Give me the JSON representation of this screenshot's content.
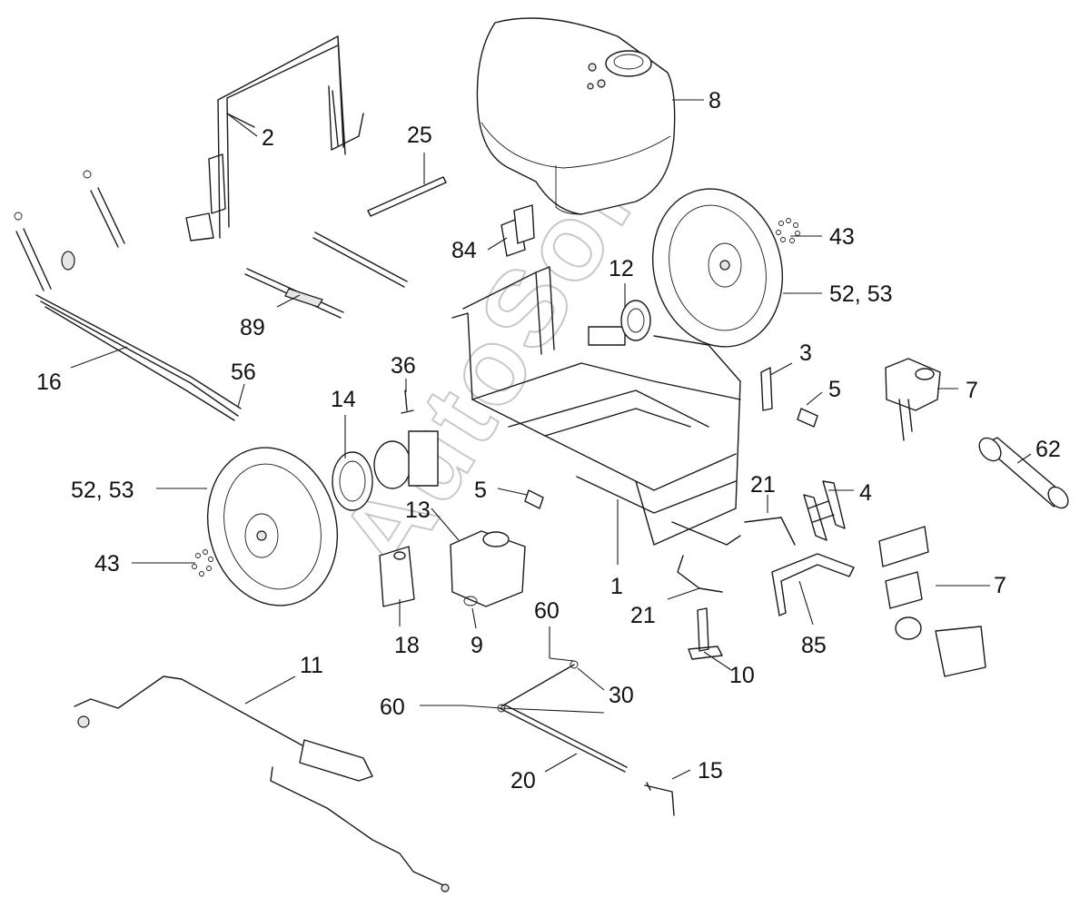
{
  "watermark": "AutoSoft",
  "colors": {
    "line": "#1a1a1a",
    "background": "#ffffff",
    "watermark_outline": "#c8c8c8"
  },
  "callouts": [
    {
      "id": "c-8",
      "text": "8"
    },
    {
      "id": "c-2",
      "text": "2"
    },
    {
      "id": "c-25",
      "text": "25"
    },
    {
      "id": "c-43a",
      "text": "43"
    },
    {
      "id": "c-84",
      "text": "84"
    },
    {
      "id": "c-12",
      "text": "12"
    },
    {
      "id": "c-5253a",
      "text": "52, 53"
    },
    {
      "id": "c-89",
      "text": "89"
    },
    {
      "id": "c-16",
      "text": "16"
    },
    {
      "id": "c-56",
      "text": "56"
    },
    {
      "id": "c-36",
      "text": "36"
    },
    {
      "id": "c-14",
      "text": "14"
    },
    {
      "id": "c-3",
      "text": "3"
    },
    {
      "id": "c-5a",
      "text": "5"
    },
    {
      "id": "c-7a",
      "text": "7"
    },
    {
      "id": "c-62",
      "text": "62"
    },
    {
      "id": "c-5253b",
      "text": "52, 53"
    },
    {
      "id": "c-5b",
      "text": "5"
    },
    {
      "id": "c-13",
      "text": "13"
    },
    {
      "id": "c-21a",
      "text": "21"
    },
    {
      "id": "c-4",
      "text": "4"
    },
    {
      "id": "c-43b",
      "text": "43"
    },
    {
      "id": "c-1",
      "text": "1"
    },
    {
      "id": "c-7b",
      "text": "7"
    },
    {
      "id": "c-21b",
      "text": "21"
    },
    {
      "id": "c-18",
      "text": "18"
    },
    {
      "id": "c-9",
      "text": "9"
    },
    {
      "id": "c-60a",
      "text": "60"
    },
    {
      "id": "c-85",
      "text": "85"
    },
    {
      "id": "c-10",
      "text": "10"
    },
    {
      "id": "c-11",
      "text": "11"
    },
    {
      "id": "c-30",
      "text": "30"
    },
    {
      "id": "c-60b",
      "text": "60"
    },
    {
      "id": "c-20",
      "text": "20"
    },
    {
      "id": "c-15",
      "text": "15"
    }
  ]
}
